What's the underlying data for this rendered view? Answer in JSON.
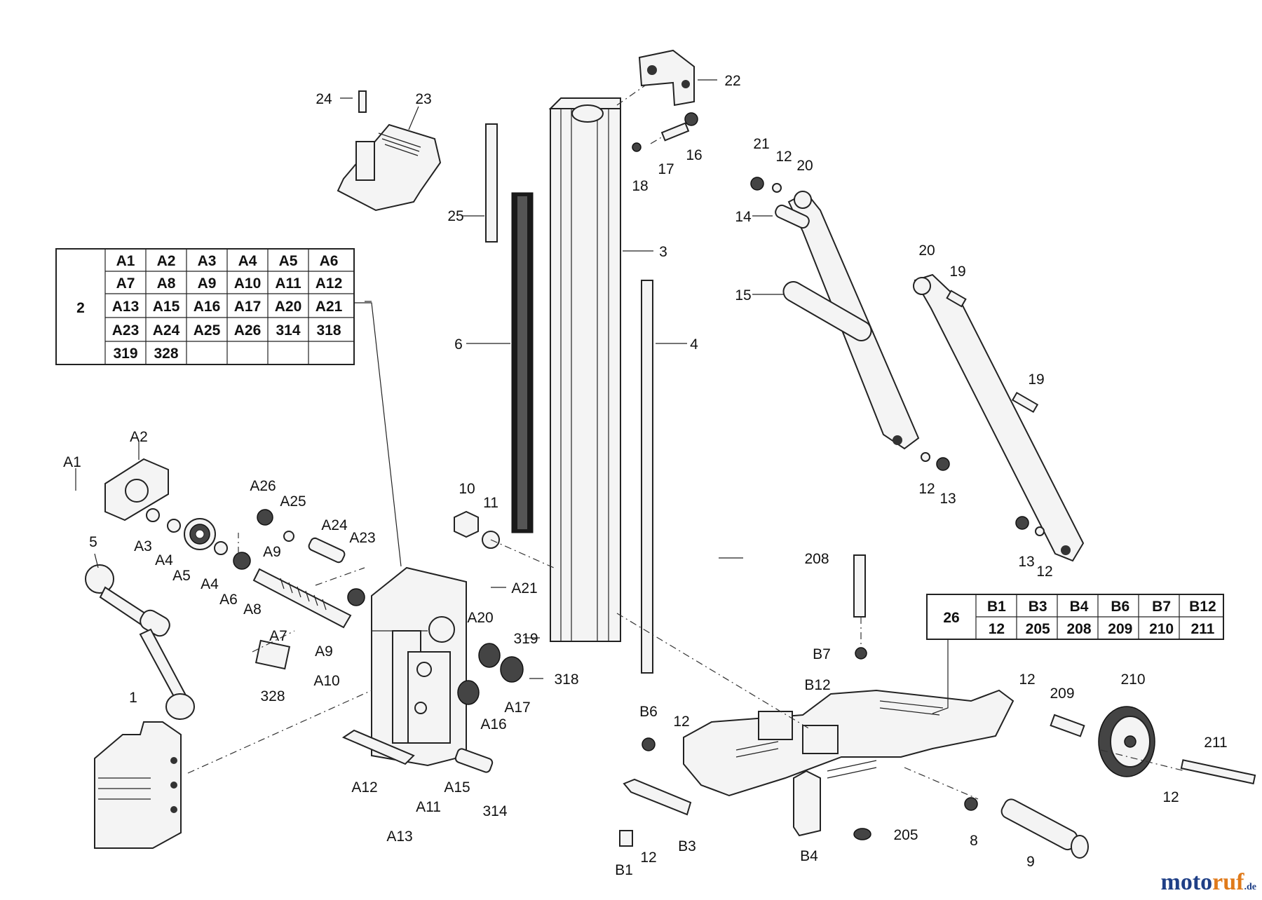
{
  "labels": {
    "p24": "24",
    "p23": "23",
    "p22": "22",
    "p16": "16",
    "p17": "17",
    "p18": "18",
    "p25": "25",
    "p3": "3",
    "p6": "6",
    "p4": "4",
    "p21": "21",
    "p12a": "12",
    "p20a": "20",
    "p14": "14",
    "p15": "15",
    "p20b": "20",
    "p19a": "19",
    "p19b": "19",
    "p12b": "12",
    "p13a": "13",
    "p13b": "13",
    "p12c": "12",
    "p10": "10",
    "p11": "11",
    "pA1": "A1",
    "pA2": "A2",
    "pA26": "A26",
    "pA25": "A25",
    "pA24": "A24",
    "pA23": "A23",
    "pA3": "A3",
    "pA4a": "A4",
    "pA5": "A5",
    "pA4b": "A4",
    "pA9a": "A9",
    "pA6": "A6",
    "pA8": "A8",
    "pA7": "A7",
    "pA21": "A21",
    "pA20": "A20",
    "p319": "319",
    "pA9b": "A9",
    "pA10": "A10",
    "p318": "318",
    "p328": "328",
    "pA17": "A17",
    "pA16": "A16",
    "p5": "5",
    "p1": "1",
    "pA12": "A12",
    "pA11": "A11",
    "pA15": "A15",
    "p314": "314",
    "pA13": "A13",
    "p208": "208",
    "pB7": "B7",
    "pB12": "B12",
    "pB6": "B6",
    "p12d": "12",
    "p12e": "12",
    "p209": "209",
    "p210": "210",
    "p211": "211",
    "p12f": "12",
    "p8": "8",
    "p9": "9",
    "p205": "205",
    "pB4": "B4",
    "pB3": "B3",
    "pB1": "B1",
    "p12g": "12"
  },
  "table_a": {
    "key": "2",
    "rows": [
      [
        "A1",
        "A2",
        "A3",
        "A4",
        "A5",
        "A6"
      ],
      [
        "A7",
        "A8",
        "A9",
        "A10",
        "A11",
        "A12"
      ],
      [
        "A13",
        "A15",
        "A16",
        "A17",
        "A20",
        "A21"
      ],
      [
        "A23",
        "A24",
        "A25",
        "A26",
        "314",
        "318"
      ],
      [
        "319",
        "328",
        "",
        "",
        "",
        ""
      ]
    ]
  },
  "table_b": {
    "key": "26",
    "rows": [
      [
        "B1",
        "B3",
        "B4",
        "B6",
        "B7",
        "B12"
      ],
      [
        "12",
        "205",
        "208",
        "209",
        "210",
        "211"
      ]
    ]
  },
  "brand": {
    "part1": "moto",
    "part2": "ruf",
    "part3": ".de"
  }
}
